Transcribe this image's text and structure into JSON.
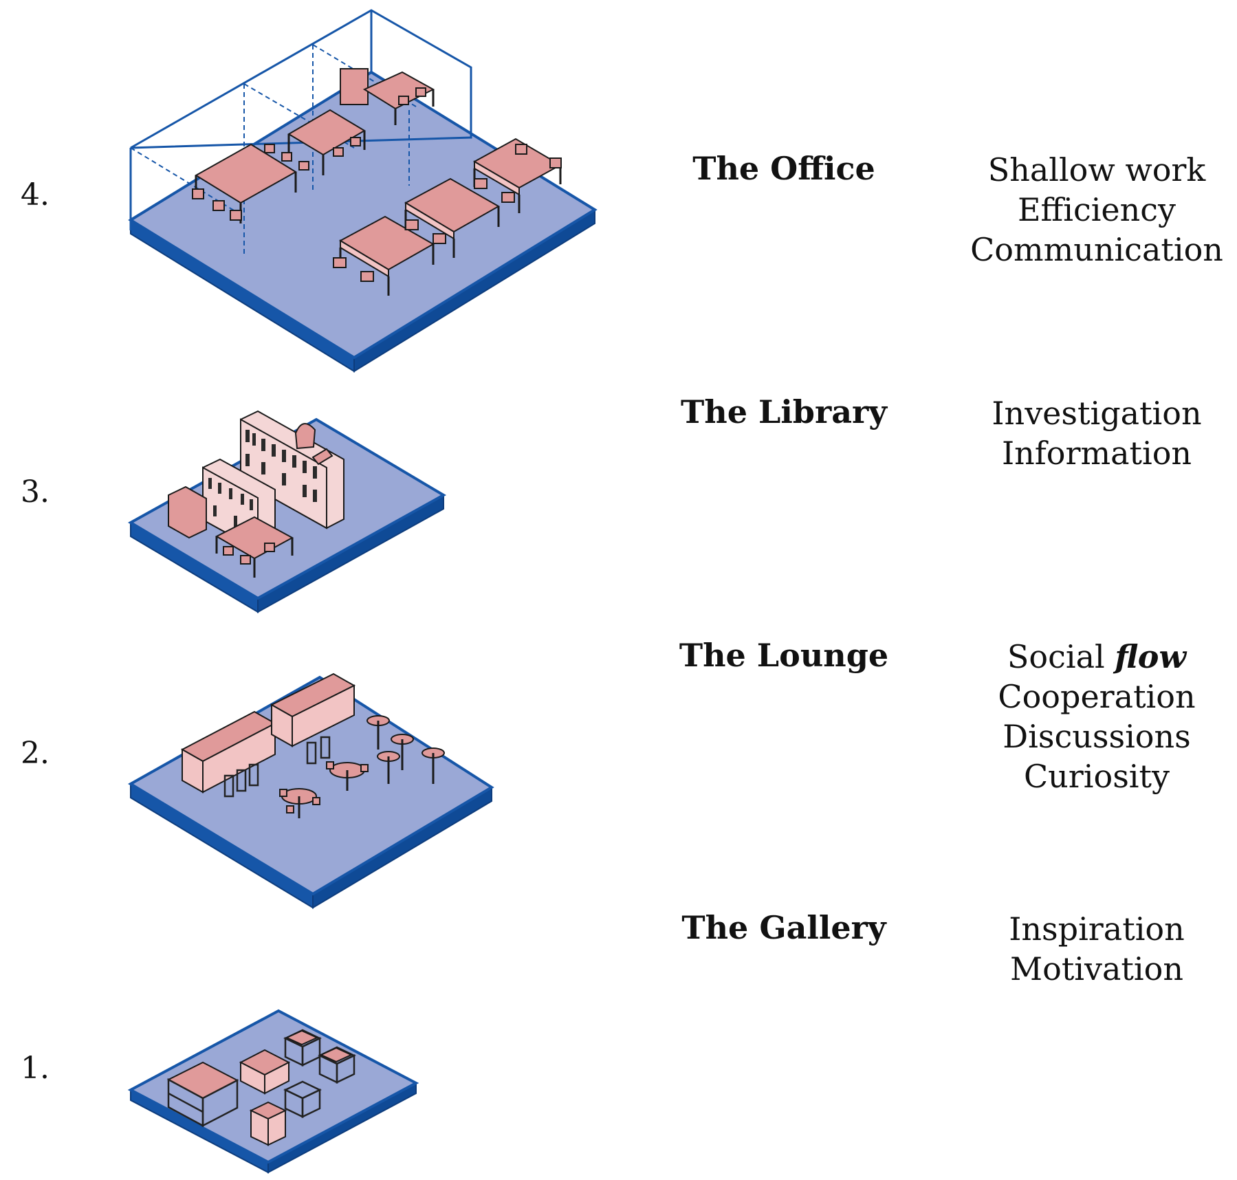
{
  "levels": [
    {
      "number": "4.",
      "title": "The Office",
      "words": [
        "Shallow work",
        "Efficiency",
        "Communication"
      ]
    },
    {
      "number": "3.",
      "title": "The Library",
      "words": [
        "Investigation",
        "Information"
      ]
    },
    {
      "number": "2.",
      "title": "The Lounge",
      "words_first_prefix": "Social ",
      "words_first_emph": "flow",
      "words": [
        "Cooperation",
        "Discussions",
        "Curiosity"
      ]
    },
    {
      "number": "1.",
      "title": "The Gallery",
      "words": [
        "Inspiration",
        "Motivation"
      ]
    }
  ],
  "colors": {
    "floor": "#9aa8d6",
    "edge": "#1656a8",
    "furniture": "#e09a9a"
  }
}
